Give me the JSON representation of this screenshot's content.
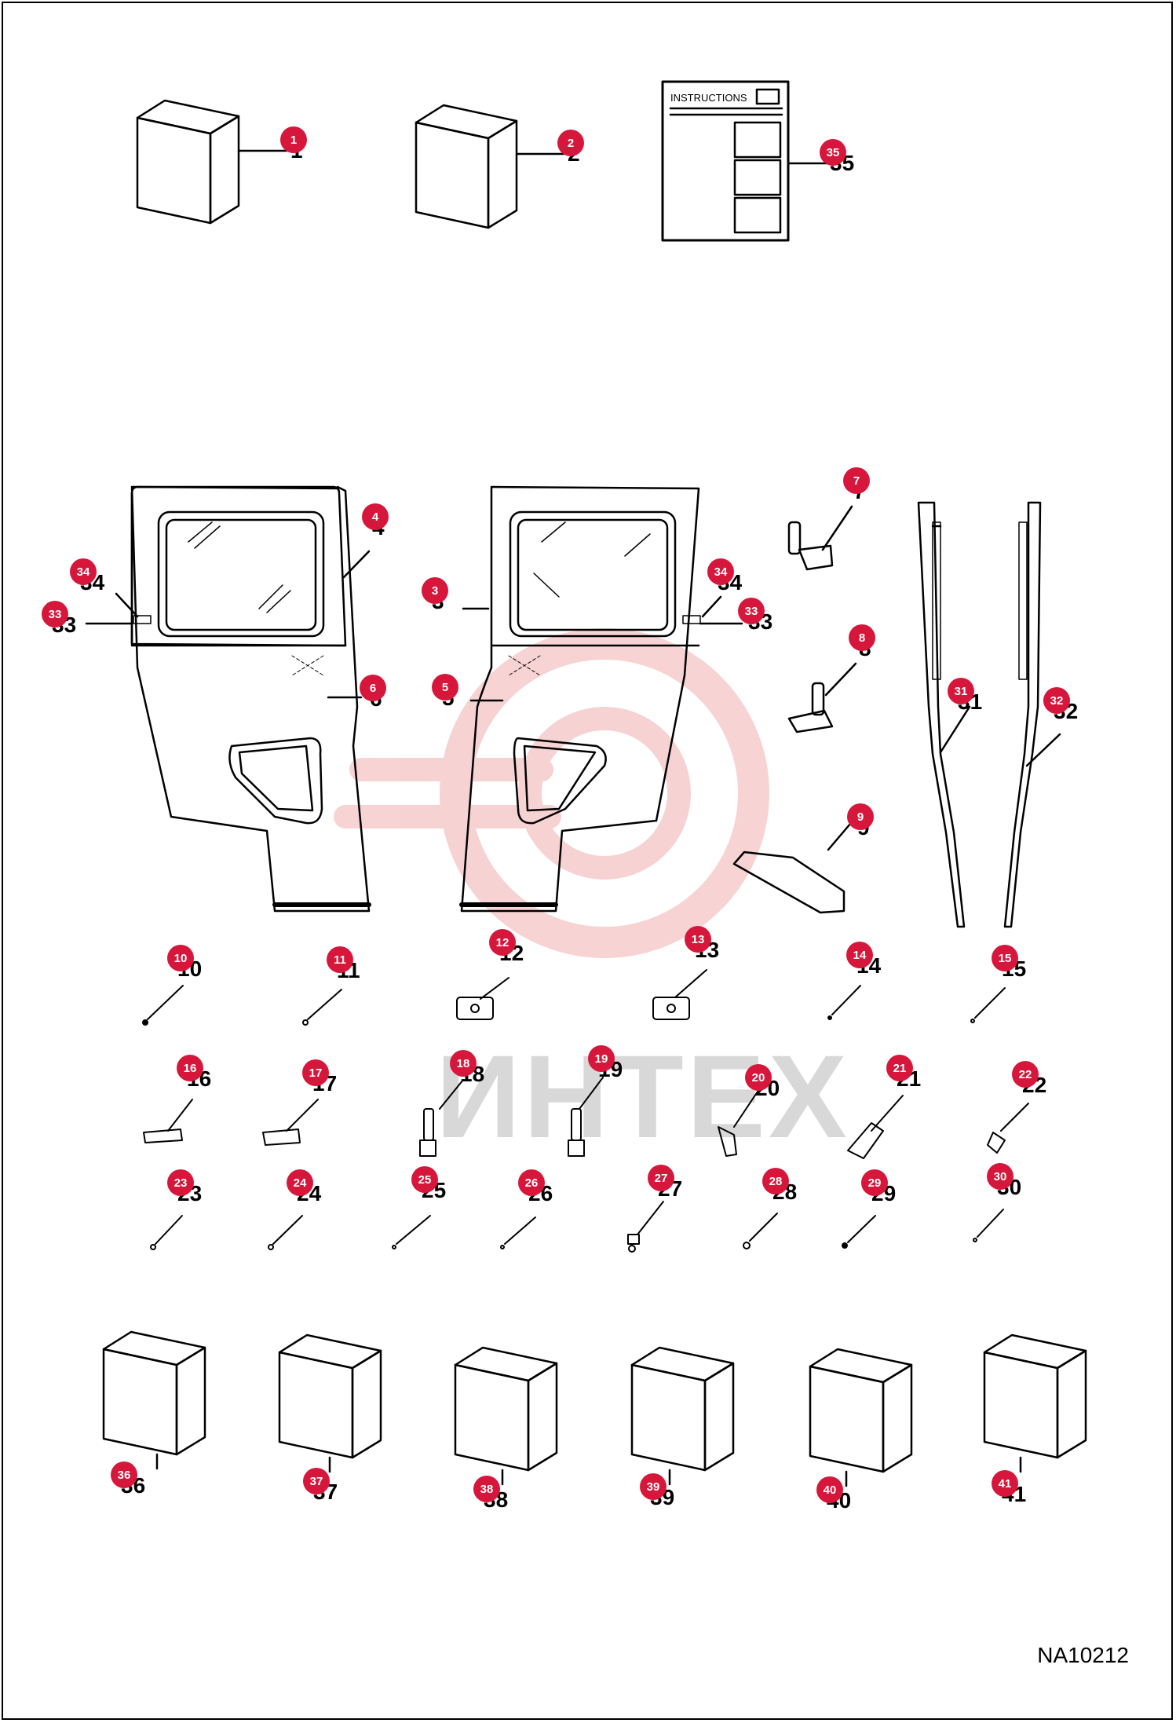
{
  "instruction_sheet": {
    "heading": "INSTRUCTIONS"
  },
  "watermark_text": "ИНТЕХ",
  "drawing_code": "NA10212",
  "accent_color": "#d6173b",
  "callouts": [
    {
      "label": "1"
    },
    {
      "label": "2"
    },
    {
      "label": "35"
    },
    {
      "label": "4"
    },
    {
      "label": "34"
    },
    {
      "label": "33"
    },
    {
      "label": "3"
    },
    {
      "label": "6"
    },
    {
      "label": "5"
    },
    {
      "label": "34"
    },
    {
      "label": "33"
    },
    {
      "label": "7"
    },
    {
      "label": "8"
    },
    {
      "label": "9"
    },
    {
      "label": "31"
    },
    {
      "label": "32"
    },
    {
      "label": "10"
    },
    {
      "label": "11"
    },
    {
      "label": "12"
    },
    {
      "label": "13"
    },
    {
      "label": "14"
    },
    {
      "label": "15"
    },
    {
      "label": "16"
    },
    {
      "label": "17"
    },
    {
      "label": "18"
    },
    {
      "label": "19"
    },
    {
      "label": "20"
    },
    {
      "label": "21"
    },
    {
      "label": "22"
    },
    {
      "label": "23"
    },
    {
      "label": "24"
    },
    {
      "label": "25"
    },
    {
      "label": "26"
    },
    {
      "label": "27"
    },
    {
      "label": "28"
    },
    {
      "label": "29"
    },
    {
      "label": "30"
    },
    {
      "label": "36"
    },
    {
      "label": "37"
    },
    {
      "label": "38"
    },
    {
      "label": "39"
    },
    {
      "label": "40"
    },
    {
      "label": "41"
    }
  ]
}
